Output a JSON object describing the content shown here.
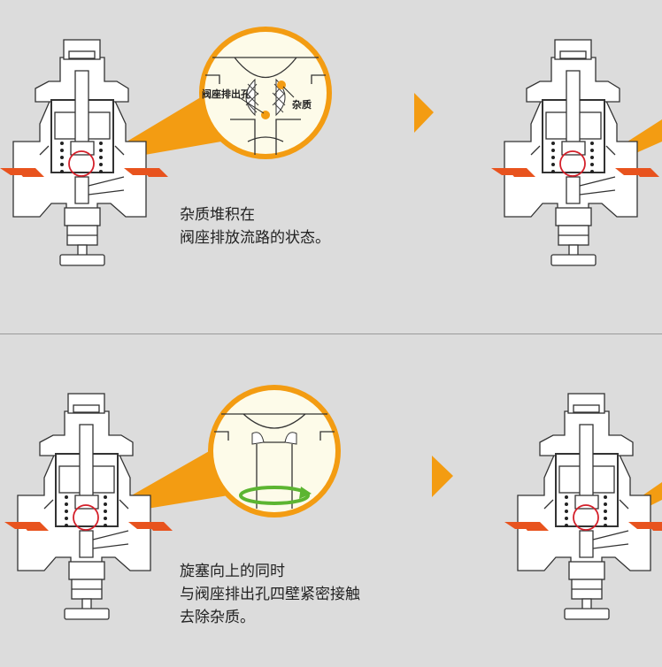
{
  "colors": {
    "accent": "#f39c12",
    "flow_arrow": "#e8531e",
    "highlight_ring": "#d4202a",
    "background": "#dcdcdc",
    "clean_ring": "#5cb531"
  },
  "panels": [
    {
      "state": "clogged",
      "callout_labels": {
        "seat_hole": "阀座排出孔",
        "debris": "杂质"
      },
      "caption": [
        "杂质堆积在",
        "阀座排放流路的状态。"
      ]
    },
    {
      "state": "cleaning",
      "caption": [
        "旋塞向上的同时",
        "与阀座排出孔四壁紧密接触",
        "去除杂质。"
      ]
    }
  ]
}
